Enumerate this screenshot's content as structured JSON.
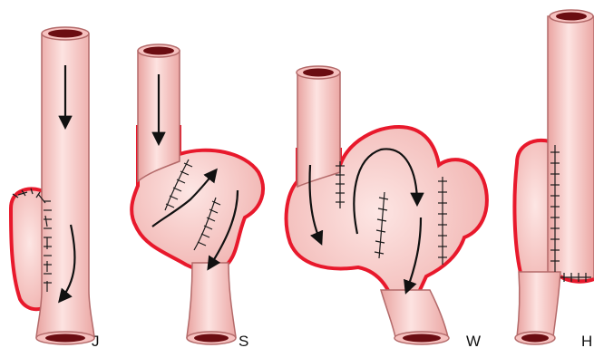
{
  "figure": {
    "colors": {
      "tissue_fill": "#f6c1bf",
      "tissue_light": "#fde3e1",
      "outline": "#b46a6a",
      "serosa_red": "#e8192c",
      "lumen": "#6b0d12",
      "arrow": "#111111",
      "suture": "#1a1a1a"
    },
    "panels": [
      {
        "id": "j",
        "label": "J",
        "description_icon": "j-pouch"
      },
      {
        "id": "s",
        "label": "S",
        "description_icon": "s-pouch"
      },
      {
        "id": "w",
        "label": "W",
        "description_icon": "w-pouch"
      },
      {
        "id": "h",
        "label": "H",
        "description_icon": "h-pouch"
      }
    ]
  }
}
